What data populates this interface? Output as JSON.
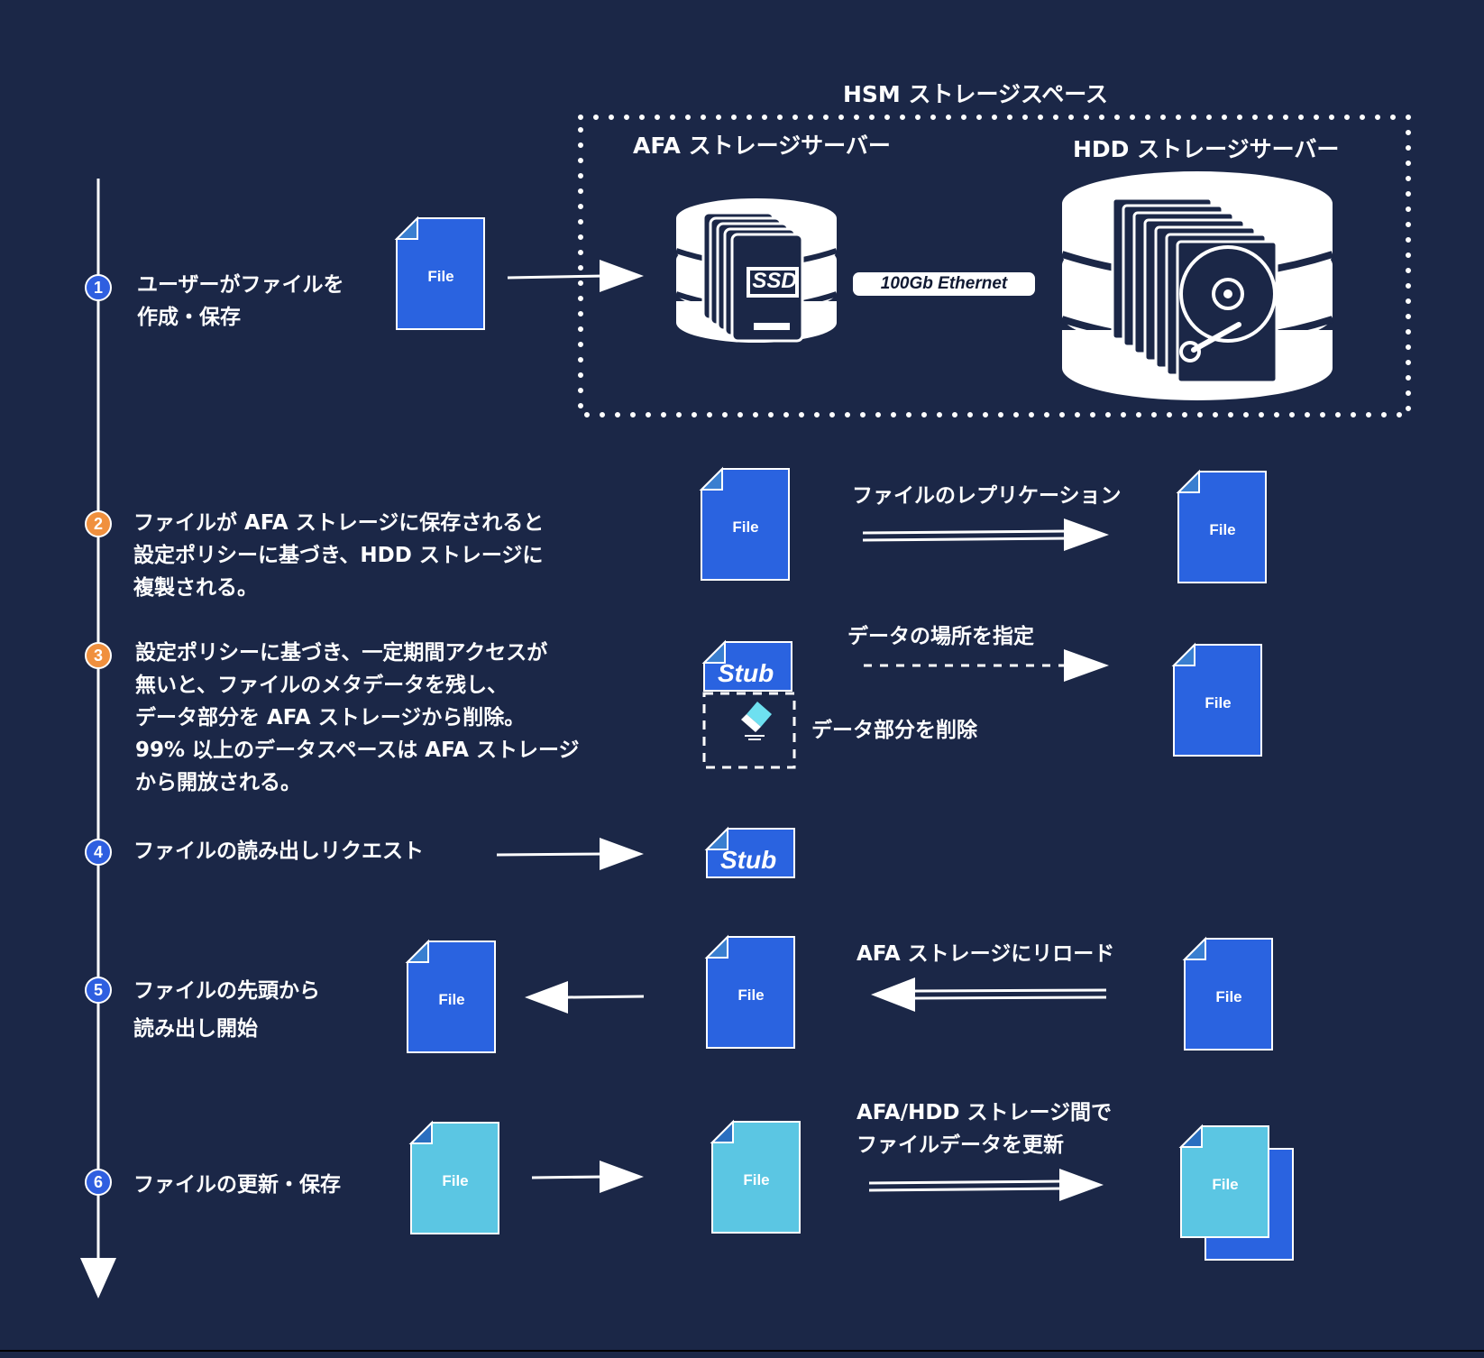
{
  "hsm_title": "HSM ストレージスペース",
  "afa_server_label": "AFA ストレージサーバー",
  "hdd_server_label": "HDD ストレージサーバー",
  "ssd_label": "SSD",
  "ethernet_label": "100Gb Ethernet",
  "file_label": "File",
  "stub_label": "Stub",
  "steps": [
    {
      "number": "1",
      "lines": [
        "ユーザーがファイルを",
        "作成・保存"
      ]
    },
    {
      "number": "2",
      "lines": [
        "ファイルが AFA ストレージに保存されると",
        "設定ポリシーに基づき、HDD ストレージに",
        "複製される。"
      ]
    },
    {
      "number": "3",
      "lines": [
        "設定ポリシーに基づき、一定期間アクセスが",
        "無いと、ファイルのメタデータを残し、",
        "データ部分を AFA ストレージから削除。",
        "99% 以上のデータスペースは AFA ストレージ",
        "から開放される。"
      ]
    },
    {
      "number": "4",
      "lines": [
        "ファイルの読み出しリクエスト"
      ]
    },
    {
      "number": "5",
      "lines": [
        "ファイルの先頭から",
        "読み出し開始"
      ]
    },
    {
      "number": "6",
      "lines": [
        "ファイルの更新・保存"
      ]
    }
  ],
  "arrow_labels": {
    "replication": "ファイルのレプリケーション",
    "locate": "データの場所を指定",
    "delete": "データ部分を削除",
    "reload": "AFA ストレージにリロード",
    "update_line1": "AFA/HDD ストレージ間で",
    "update_line2": "ファイルデータを更新"
  },
  "colors": {
    "background": "#1b2747",
    "file_blue": "#2a63e0",
    "file_cyan": "#5bc6e3",
    "badge_blue": "#2f5fe0",
    "badge_orange": "#f0903e"
  }
}
